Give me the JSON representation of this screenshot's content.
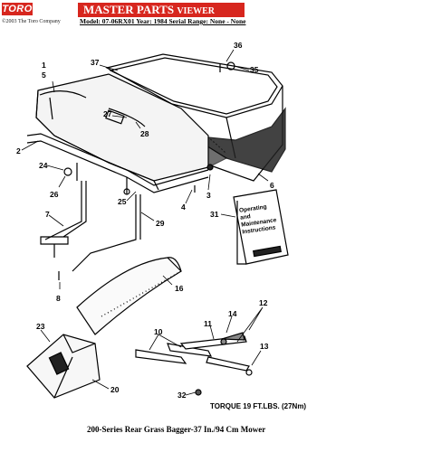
{
  "header": {
    "logo_text": "TORO",
    "copyright": "©2003 The Toro Company",
    "title_main": "MASTER PARTS",
    "title_sub": "VIEWER",
    "model_line": "Model: 07-06RX01  Year: 1984  Serial Range: None - None"
  },
  "diagram": {
    "callouts": [
      "1",
      "5",
      "37",
      "36",
      "35",
      "27",
      "28",
      "2",
      "24",
      "26",
      "3",
      "6",
      "4",
      "31",
      "7",
      "25",
      "29",
      "8",
      "16",
      "12",
      "11",
      "14",
      "10",
      "13",
      "23",
      "20",
      "32"
    ],
    "manual_lines": [
      "Operating",
      "and",
      "Maintenance",
      "Instructions"
    ],
    "torque_label": "TORQUE 19 FT.LBS. (27Nm)"
  },
  "caption": "200-Series Rear Grass Bagger-37 In./94 Cm Mower",
  "colors": {
    "brand_red": "#d7261e"
  }
}
